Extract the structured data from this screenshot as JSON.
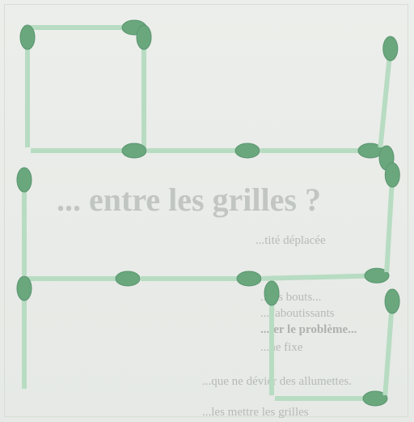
{
  "background_text": {
    "heading": "... entre les grilles ?",
    "lines": [
      "...tité déplacée",
      "...les bouts...",
      "...l'aboutissants",
      "...ter le problème...",
      "...ne fixe",
      "...que ne dévier des allumettes.",
      "...les mettre les grilles"
    ]
  },
  "colors": {
    "stick": "#b7dcc2",
    "head": "#6aa77d",
    "head_edge": "#5a9570"
  },
  "puzzle": {
    "matchsticks": [
      {
        "from": "A",
        "to": "B",
        "head": "end"
      },
      {
        "from": "A",
        "to": "C",
        "head": "start"
      },
      {
        "from": "B",
        "to": "D",
        "head": "start"
      },
      {
        "from": "C",
        "to": "D",
        "head": "end"
      },
      {
        "from": "D",
        "to": "E",
        "head": "end"
      },
      {
        "from": "E",
        "to": "F",
        "head": "end"
      },
      {
        "from": "G",
        "to": "F",
        "head": "start"
      },
      {
        "from": "F",
        "to": "H",
        "head": "end"
      },
      {
        "from": "C2",
        "to": "I",
        "head": "start"
      },
      {
        "from": "I",
        "to": "J",
        "head": "end"
      },
      {
        "from": "J",
        "to": "K",
        "head": "end"
      },
      {
        "from": "K",
        "to": "L",
        "head": "end"
      },
      {
        "from": "H",
        "to": "L",
        "head": "start"
      },
      {
        "from": "I",
        "to": "M",
        "head": "start"
      },
      {
        "from": "K2",
        "to": "N",
        "head": "start"
      },
      {
        "from": "N",
        "to": "O",
        "head": "end"
      },
      {
        "from": "L2",
        "to": "O",
        "head": "start"
      }
    ]
  }
}
